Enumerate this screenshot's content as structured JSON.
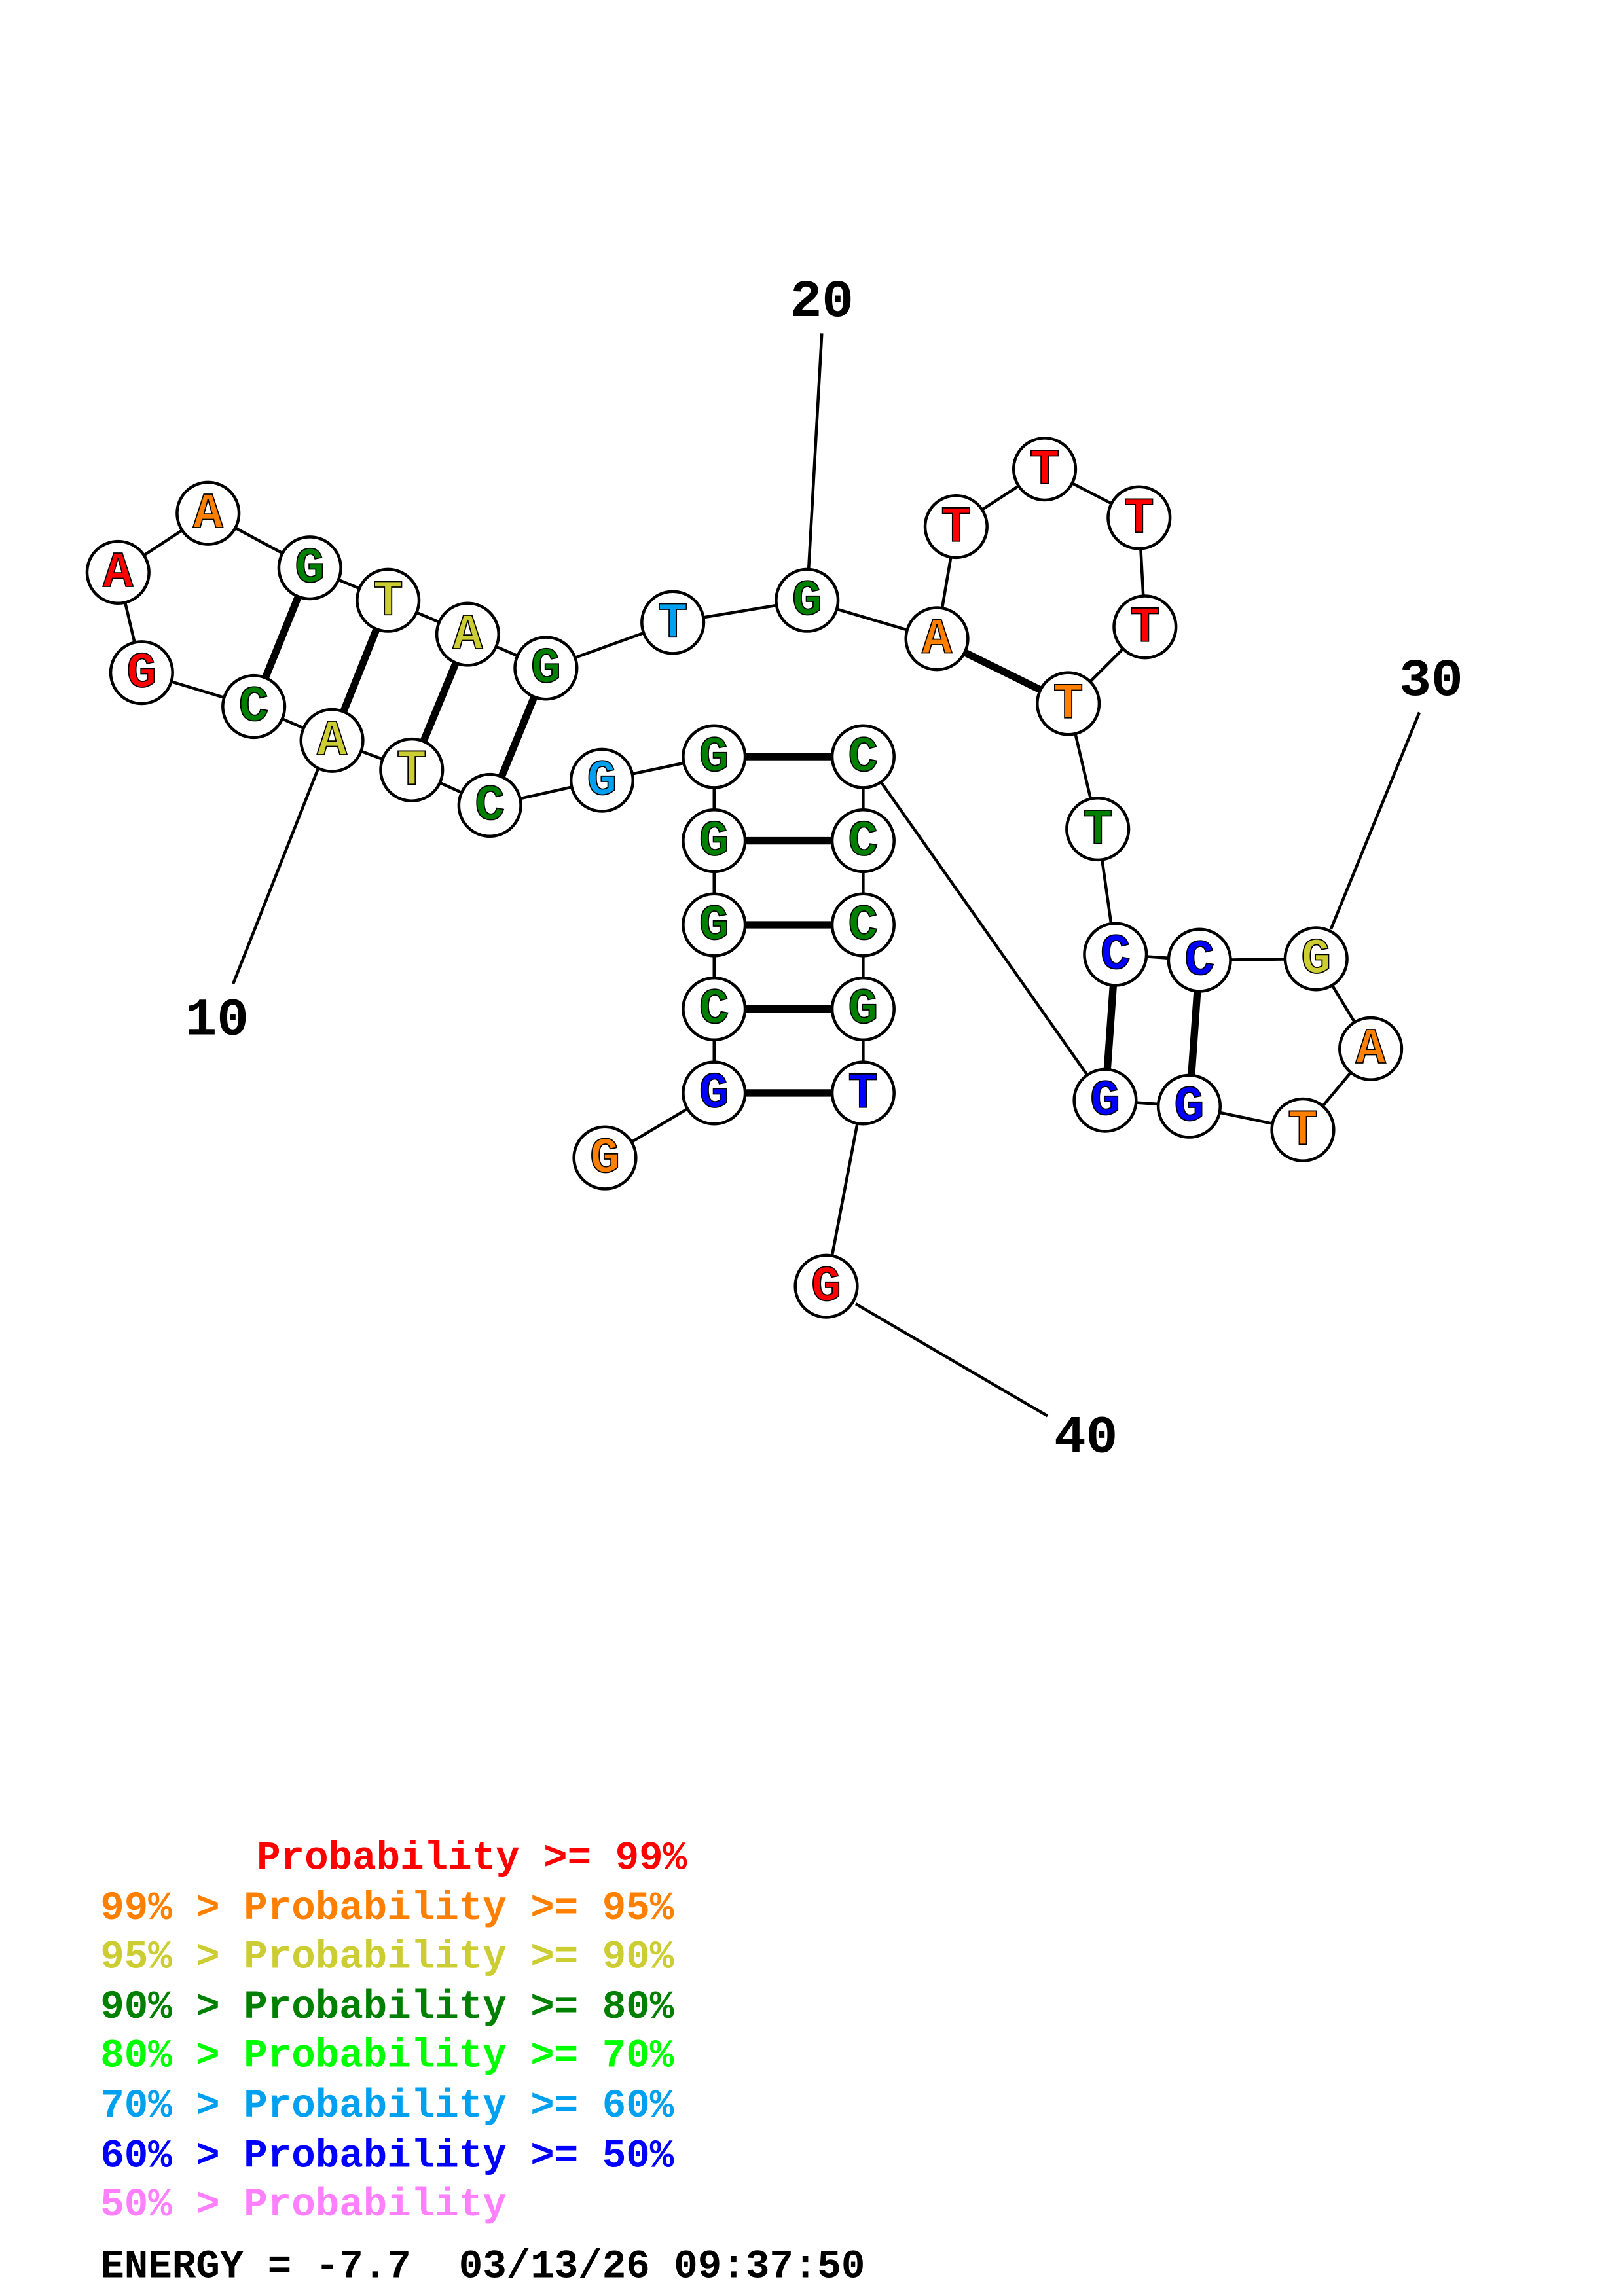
{
  "structure": {
    "sequence": [
      "G",
      "G",
      "C",
      "G",
      "G",
      "G",
      "G",
      "C",
      "T",
      "A",
      "C",
      "G",
      "A",
      "A",
      "G",
      "T",
      "A",
      "G",
      "T",
      "G",
      "A",
      "T",
      "T",
      "T",
      "T",
      "T",
      "T",
      "C",
      "C",
      "G",
      "A",
      "T",
      "G",
      "G",
      "C",
      "C",
      "C",
      "G",
      "T",
      "G"
    ],
    "colors": [
      "#ff8000",
      "#0000ff",
      "#008000",
      "#008000",
      "#008000",
      "#008000",
      "#00a0f0",
      "#008000",
      "#cccc33",
      "#cccc33",
      "#008000",
      "#ff0000",
      "#ff0000",
      "#ff8000",
      "#008000",
      "#cccc33",
      "#cccc33",
      "#008000",
      "#00a0f0",
      "#008000",
      "#ff8000",
      "#ff0000",
      "#ff0000",
      "#ff0000",
      "#ff0000",
      "#ff8000",
      "#008000",
      "#0000ff",
      "#0000ff",
      "#cccc33",
      "#ff8000",
      "#ff8000",
      "#0000ff",
      "#0000ff",
      "#008000",
      "#008000",
      "#008000",
      "#008000",
      "#0000ff",
      "#ff0000"
    ],
    "pairs": [
      [
        2,
        39
      ],
      [
        3,
        38
      ],
      [
        4,
        37
      ],
      [
        5,
        36
      ],
      [
        6,
        35
      ],
      [
        8,
        18
      ],
      [
        9,
        17
      ],
      [
        10,
        16
      ],
      [
        11,
        15
      ],
      [
        21,
        26
      ],
      [
        28,
        34
      ],
      [
        29,
        33
      ]
    ],
    "position_labels": [
      "10",
      "20",
      "30",
      "40"
    ]
  },
  "legend": {
    "lines": [
      {
        "text": "Probability >= 99%",
        "color": "#ff0000"
      },
      {
        "text": "99% > Probability >= 95%",
        "color": "#ff8000"
      },
      {
        "text": "95% > Probability >= 90%",
        "color": "#cccc33"
      },
      {
        "text": "90% > Probability >= 80%",
        "color": "#008000"
      },
      {
        "text": "80% > Probability >= 70%",
        "color": "#00ff00"
      },
      {
        "text": "70% > Probability >= 60%",
        "color": "#00a0f0"
      },
      {
        "text": "60% > Probability >= 50%",
        "color": "#0000ff"
      },
      {
        "text": "50% > Probability",
        "color": "#ff80ff"
      }
    ],
    "energy": "ENERGY = -7.7  03/13/26 09:37:50"
  }
}
